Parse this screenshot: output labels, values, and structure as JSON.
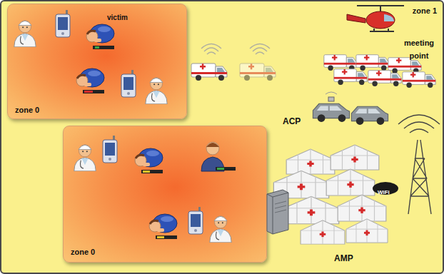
{
  "diagram": {
    "nodes": [
      {
        "text": [
          "zone 1"
        ]
      },
      {
        "text": [
          "zone 0"
        ],
        "in": 0
      },
      {
        "text": [
          "zone 0"
        ],
        "in": 0
      }
    ],
    "labels": [
      "victim",
      "meeting point",
      "ACP",
      "AMP",
      "WiFi"
    ]
  }
}
